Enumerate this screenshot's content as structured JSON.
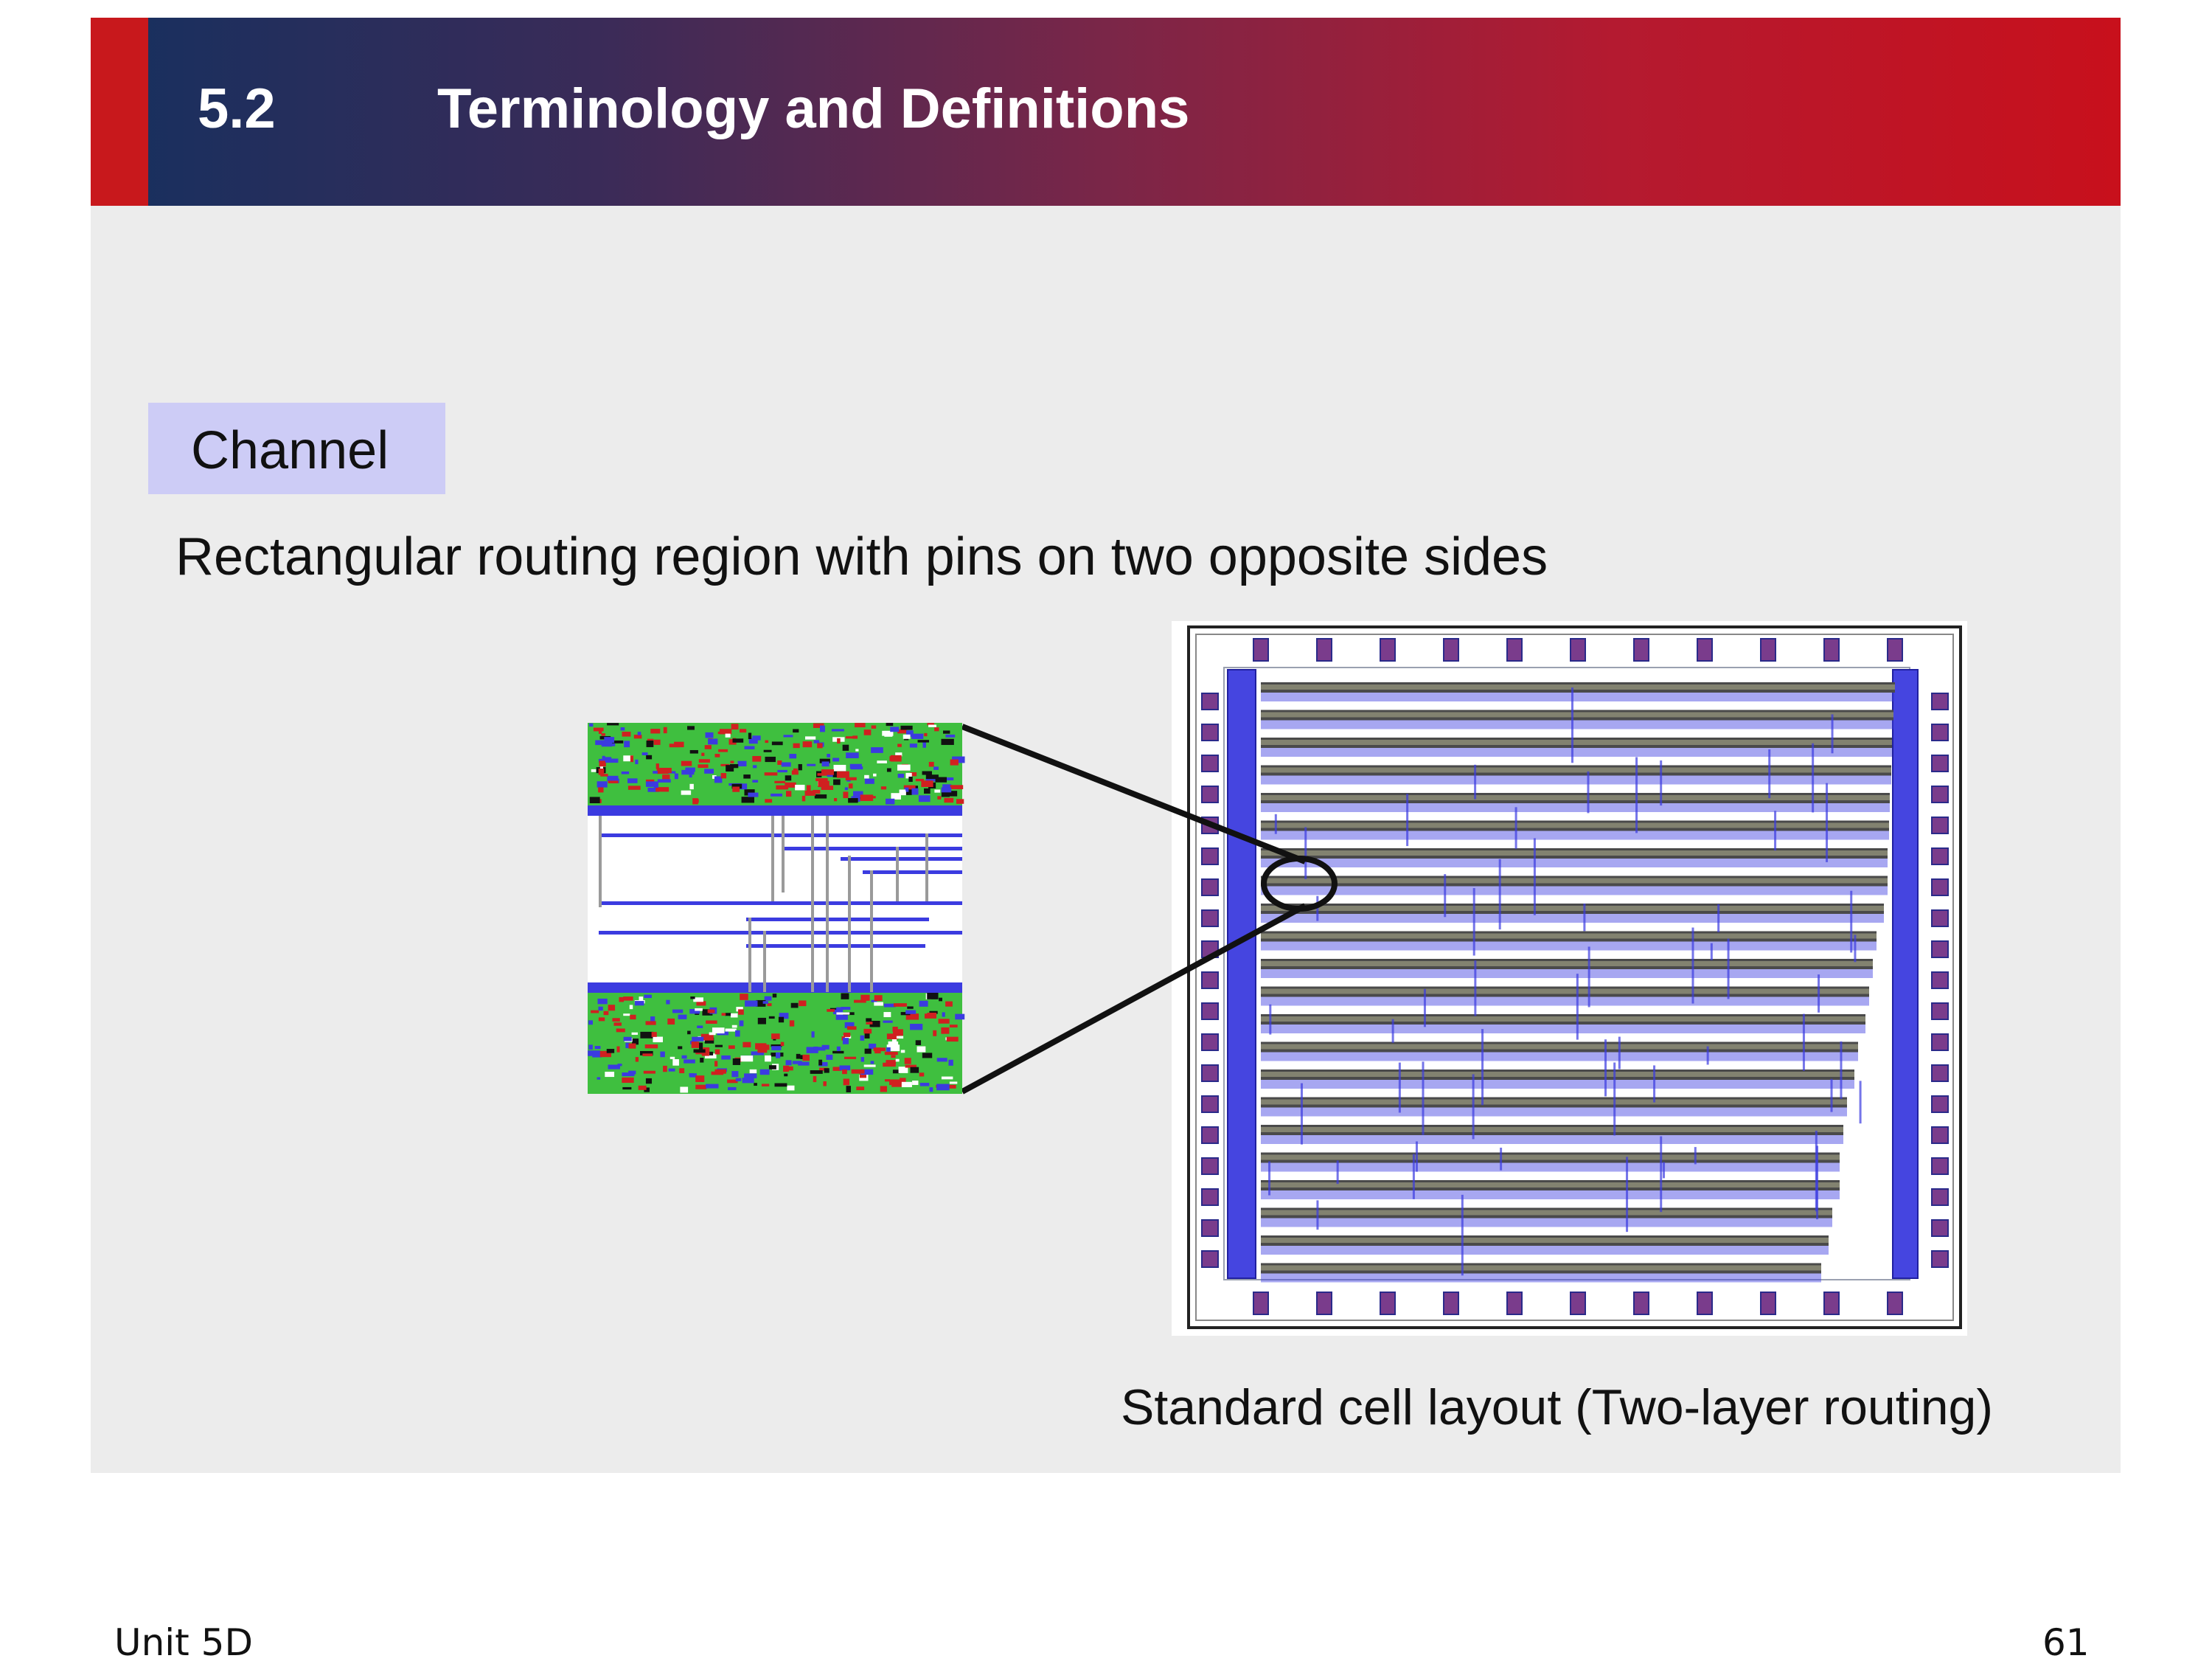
{
  "header": {
    "section_number": "5.2",
    "title": "Terminology and Definitions"
  },
  "term": {
    "label": "Channel"
  },
  "definition": {
    "text": "Rectangular routing region with pins on two opposite sides"
  },
  "figure": {
    "caption": "Standard cell layout (Two-layer routing)"
  },
  "footer": {
    "unit": "Unit 5D",
    "page_number": "61"
  },
  "colors": {
    "routing_blue": "#3b3be0",
    "cell_green": "#3fbf3f",
    "cell_red": "#d02020",
    "header_red": "#c8101c",
    "header_navy": "#16305f",
    "term_box": "#cdccf6"
  }
}
